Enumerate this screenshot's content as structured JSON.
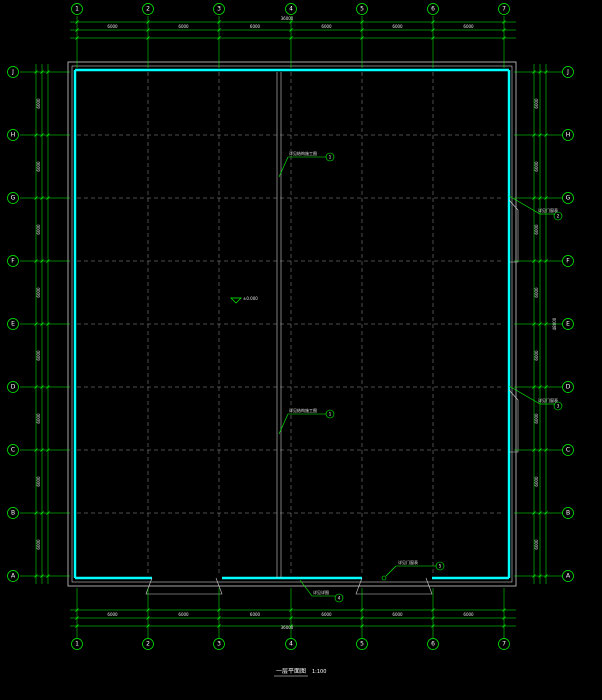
{
  "plan": {
    "title": "一层平面图",
    "scale": "1:100",
    "columns": [
      "1",
      "2",
      "3",
      "4",
      "5",
      "6",
      "7"
    ],
    "rows": [
      "A",
      "B",
      "C",
      "D",
      "E",
      "F",
      "G",
      "H",
      "J"
    ],
    "overall_dimension_top": "36000",
    "overall_dimension_bottom": "36000",
    "overall_dimension_side": "48000",
    "bay_labels_top": [
      "6000",
      "6000",
      "6000",
      "6000",
      "6000",
      "6000"
    ],
    "bay_labels_bottom": [
      "6000",
      "6000",
      "6000",
      "6000",
      "6000",
      "6000"
    ],
    "span_labels": [
      "6000",
      "6000",
      "6000",
      "6000",
      "6000",
      "6000",
      "6000",
      "6000"
    ],
    "level_mark": "±0.000",
    "notes": [
      {
        "id": "note-top",
        "text": "详见结构施工图",
        "tag": "1"
      },
      {
        "id": "note-mid",
        "text": "详见结构施工图",
        "tag": "1"
      },
      {
        "id": "note-right-upper",
        "text": "详见门窗表",
        "tag": "2"
      },
      {
        "id": "note-right-lower",
        "text": "详见门窗表",
        "tag": "3"
      },
      {
        "id": "note-bottom",
        "text": "详见详图",
        "tag": "4"
      },
      {
        "id": "note-bottom-right",
        "text": "详见门窗表",
        "tag": "5"
      }
    ]
  },
  "colors": {
    "axis": "#00ff00",
    "wall": "#00ffff",
    "grid": "#9a9a9a",
    "text": "#ffffff",
    "background": "#000000"
  }
}
